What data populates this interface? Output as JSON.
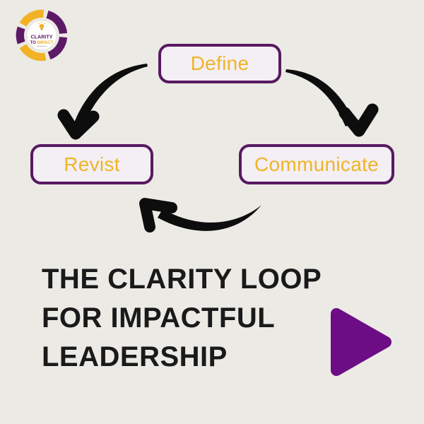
{
  "meta": {
    "kind": "cycle-diagram-infographic"
  },
  "colors": {
    "background": "#eceae4",
    "node_fill": "#f3eff4",
    "node_border": "#571a60",
    "node_text": "#f0b429",
    "arrow": "#0d0d0d",
    "title_text": "#1a1a1a",
    "play_button": "#6c0d86",
    "logo_purple": "#5c1a66",
    "logo_yellow": "#f2b226"
  },
  "logo": {
    "center_line1": "CLARITY",
    "center_line2_part1": "TO",
    "center_line2_part2": "IMPACT"
  },
  "diagram": {
    "nodes": [
      {
        "id": "define",
        "label": "Define"
      },
      {
        "id": "revist",
        "label": "Revist"
      },
      {
        "id": "communicate",
        "label": "Communicate"
      }
    ],
    "edges": [
      {
        "from": "Define",
        "to": "Revist"
      },
      {
        "from": "Define",
        "to": "Communicate"
      },
      {
        "from": "Communicate",
        "to": "Revist"
      }
    ]
  },
  "title": {
    "lines": [
      "THE CLARITY LOOP",
      "FOR IMPACTFUL",
      "LEADERSHIP"
    ]
  }
}
